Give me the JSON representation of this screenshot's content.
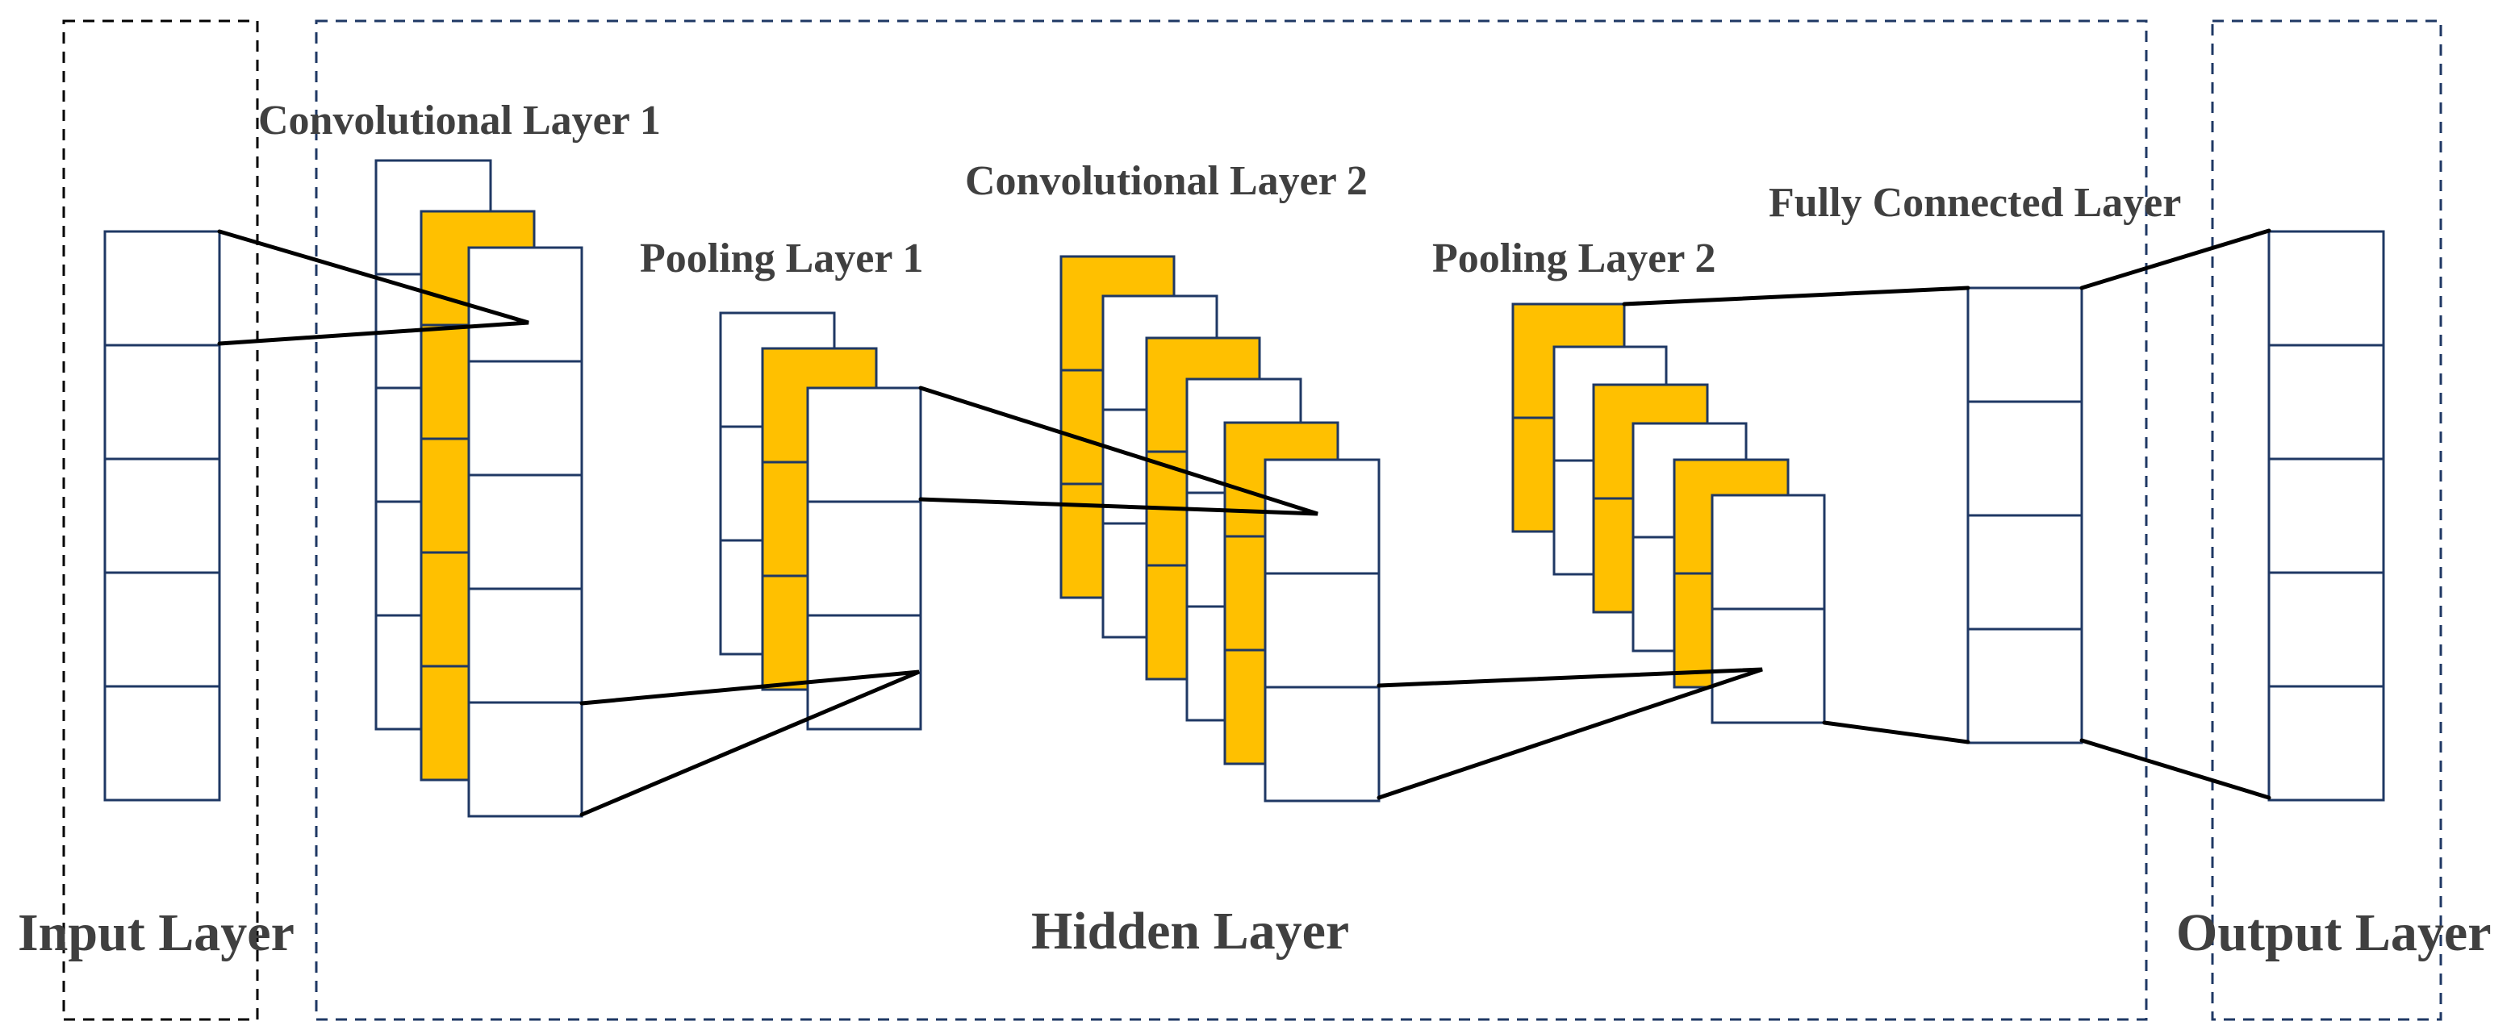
{
  "sections": {
    "input": "Input Layer",
    "hidden": "Hidden Layer",
    "output": "Output Layer"
  },
  "layers": {
    "conv1": "Convolutional Layer 1",
    "pool1": "Pooling Layer 1",
    "conv2": "Convolutional Layer 2",
    "pool2": "Pooling Layer 2",
    "fc": "Fully Connected Layer"
  },
  "colors": {
    "feature_map_fill": "#FFC000",
    "cell_stroke": "#1F3864",
    "frame_input": "#000000",
    "frame_hidden": "#1F3864",
    "frame_output": "#1F3864",
    "label_text": "#404040",
    "connector": "#000000"
  }
}
